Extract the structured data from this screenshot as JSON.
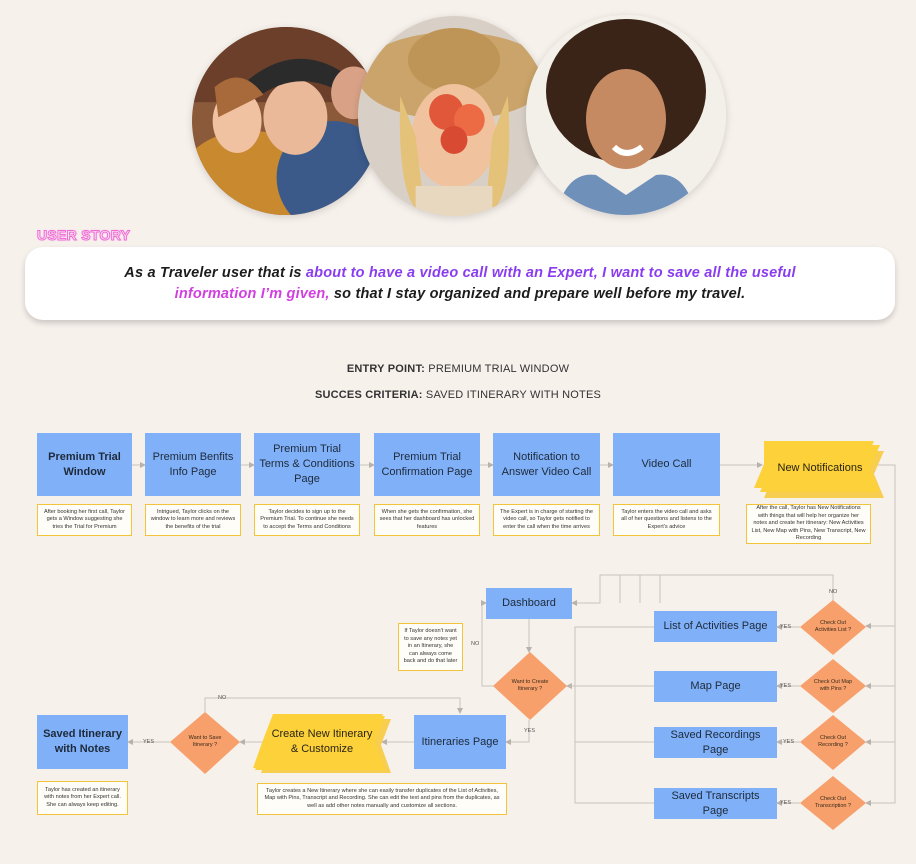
{
  "user_story": {
    "tag": "USER STORY",
    "part1": "As a Traveler user that is ",
    "highlight1": "about to have a video call with an Expert, I want to save all the useful",
    "highlight2": "information I’m given,",
    "part2": " so that I stay organized and prepare well before my travel."
  },
  "entry_point": {
    "label": "ENTRY POINT:",
    "value": "PREMIUM TRIAL WINDOW"
  },
  "success_criteria": {
    "label": "SUCCES CRITERIA:",
    "value": "SAVED ITINERARY WITH NOTES"
  },
  "top_flow": [
    {
      "title": "Premium Trial Window",
      "note": "After booking her first call, Taylor gets a Window suggesting she tries the Trial for Premium"
    },
    {
      "title": "Premium Benfits Info Page",
      "note": "Intrigued, Taylor clicks on the window to learn more and reviews the benefits of the trial"
    },
    {
      "title": "Premium Trial Terms & Conditions Page",
      "note": "Taylor decides to sign up to the Premium Trial. To continue she needs to accept the Terms and Conditions"
    },
    {
      "title": "Premium Trial Confirmation Page",
      "note": "When she gets the confirmation, she sees that her dashboard has unlocked features"
    },
    {
      "title": "Notification to Answer Video Call",
      "note": "The Expert is in charge of starting the video call, so Taylor gets notified to enter the call when the time arrives"
    },
    {
      "title": "Video Call",
      "note": "Taylor enters the video call and asks all of her questions and listens to the Expert's advice"
    },
    {
      "title": "New Notifications",
      "note": "After the call, Taylor has New Notifications with things that will help her organize her notes and create her itinerary: New Activities List, New Map with Pins, New Transcript, New Recording"
    }
  ],
  "dashboard": {
    "title": "Dashboard",
    "note": "If Taylor doesn't want to save any notes yet in an Itinerary, she can always come back and do that later"
  },
  "pages": [
    {
      "title": "List of Activities Page",
      "decision": "Check Out Activities List ?"
    },
    {
      "title": "Map Page",
      "decision": "Check Out Map with Pins ?"
    },
    {
      "title": "Saved Recordings Page",
      "decision": "Check Out Recording ?"
    },
    {
      "title": "Saved Transcripts Page",
      "decision": "Check Out Transcription ?"
    }
  ],
  "want_create": "Want to Create Itinerary ?",
  "itineraries": {
    "title": "Itineraries Page"
  },
  "create_new": {
    "title": "Create New Itinerary & Customize",
    "note": "Taylor creates a New Itinerary where she can easily transfer duplicates of the List of Activities, Map with Pins, Transcript and Recording. She can edit the text and pins from the duplicates, as well as add other notes manually and customize all sections."
  },
  "want_save": "Want to Save Itinerary ?",
  "saved": {
    "title": "Saved Itinerary with Notes",
    "note": "Taylor has created an itinerary with notes from her Expert call. She can always keep editing."
  },
  "labels": {
    "yes": "YES",
    "no": "NO"
  },
  "colors": {
    "box": "#7fb0f8",
    "decision": "#f7a06b",
    "note_border": "#f3c43a",
    "notification": "#fcd13a",
    "purple": "#8a3cf0",
    "magenta": "#d23fe0"
  }
}
